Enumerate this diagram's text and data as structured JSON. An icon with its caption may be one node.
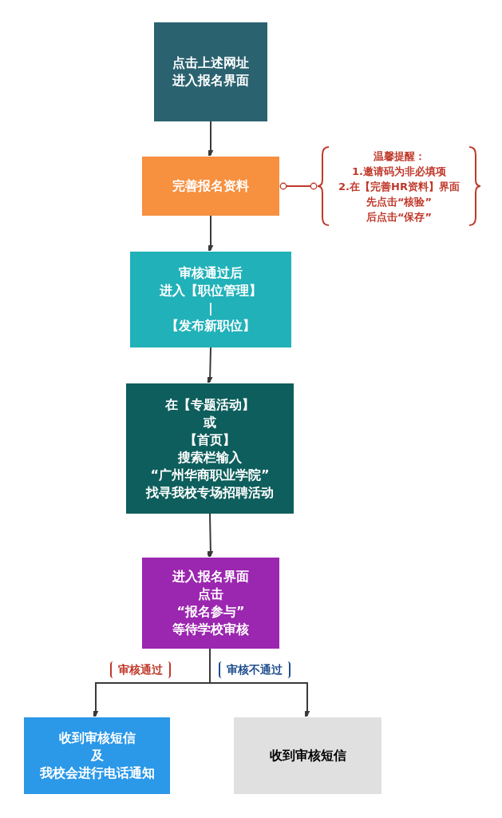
{
  "diagram": {
    "nodes": [
      {
        "text": [
          "点击上述网址",
          "进入报名界面"
        ]
      },
      {
        "text": [
          "完善报名资料"
        ]
      },
      {
        "text": [
          "温馨提醒：",
          "1.邀请码为非必填项",
          "2.在【完善HR资料】界面",
          "先点击“核验”",
          "后点击“保存”"
        ]
      },
      {
        "text": [
          "审核通过后",
          "进入【职位管理】",
          "|",
          "【发布新职位】"
        ]
      },
      {
        "text": [
          "在【专题活动】",
          "或",
          "【首页】",
          "搜索栏输入",
          "“广州华商职业学院”",
          "找寻我校专场招聘活动"
        ]
      },
      {
        "text": [
          "进入报名界面",
          "点击",
          "“报名参与”",
          "等待学校审核"
        ]
      },
      {
        "text": [
          "收到审核短信",
          "及",
          "我校会进行电话通知"
        ]
      },
      {
        "text": [
          "收到审核短信"
        ]
      }
    ],
    "edges": [
      {
        "from": 0,
        "to": 1,
        "arrow": "to"
      },
      {
        "from": 1,
        "to": 2,
        "arrow": "other",
        "color": "#c0392b"
      },
      {
        "from": 1,
        "to": 3,
        "arrow": "to"
      },
      {
        "from": 3,
        "to": 4,
        "arrow": "to"
      },
      {
        "from": 4,
        "to": 5,
        "arrow": "to"
      },
      {
        "from": 5,
        "to": 6,
        "arrow": "to",
        "label": "审核通过"
      },
      {
        "from": 5,
        "to": 7,
        "arrow": "to",
        "label": "审核不通过"
      }
    ]
  }
}
